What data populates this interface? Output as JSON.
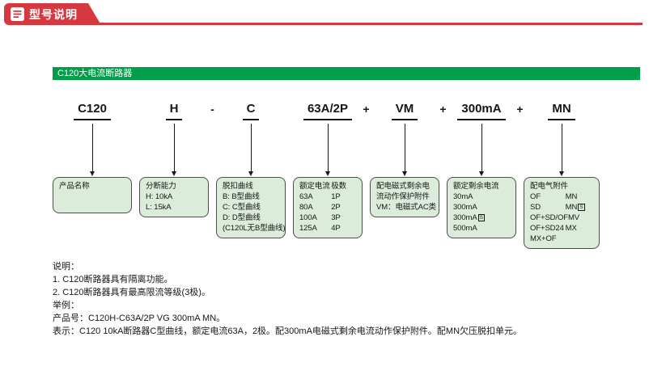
{
  "banner": {
    "title": "型号说明"
  },
  "section": {
    "title": "C120大电流断路器"
  },
  "diagram": {
    "columns": [
      {
        "token": "C120",
        "sep_after": null,
        "box": {
          "rows": [
            {
              "l": "产品名称"
            }
          ]
        }
      },
      {
        "token": "H",
        "sep_after": "-",
        "box": {
          "rows": [
            {
              "l": "分断能力"
            },
            {
              "l": "H: 10kA"
            },
            {
              "l": "L: 15kA"
            }
          ]
        }
      },
      {
        "token": "C",
        "sep_after": null,
        "box": {
          "rows": [
            {
              "l": "脱扣曲线"
            },
            {
              "l": "B: B型曲线"
            },
            {
              "l": "C: C型曲线"
            },
            {
              "l": "D: D型曲线"
            },
            {
              "l": "(C120L无B型曲线)"
            }
          ]
        }
      },
      {
        "token": "63A/2P",
        "sep_after": "+",
        "box": {
          "rows": [
            {
              "l": "额定电流",
              "r": "极数"
            },
            {
              "l": "63A",
              "r": "1P"
            },
            {
              "l": "80A",
              "r": "2P"
            },
            {
              "l": "100A",
              "r": "3P"
            },
            {
              "l": "125A",
              "r": "4P"
            }
          ]
        }
      },
      {
        "token": "VM",
        "sep_after": "+",
        "box": {
          "rows": [
            {
              "l": "配电磁式剩余电"
            },
            {
              "l": "流动作保护附件"
            },
            {
              "l": "VM：电磁式AC类"
            }
          ]
        }
      },
      {
        "token": "300mA",
        "sep_after": "+",
        "box": {
          "rows": [
            {
              "l": "额定剩余电流"
            },
            {
              "l": "30mA"
            },
            {
              "l": "300mA"
            },
            {
              "l": "300mA",
              "lTag": "S"
            },
            {
              "l": "500mA"
            }
          ]
        }
      },
      {
        "token": "MN",
        "sep_after": null,
        "box": {
          "rows": [
            {
              "l": "配电气附件"
            },
            {
              "l": "OF",
              "r": "MN"
            },
            {
              "l": "SD",
              "r": "MN",
              "rTag": "S"
            },
            {
              "l": "OF+SD/OF",
              "r": "MV"
            },
            {
              "l": "OF+SD24",
              "r": "MX"
            },
            {
              "l": "MX+OF"
            }
          ]
        }
      }
    ]
  },
  "notes": {
    "lines": [
      "说明：",
      "1. C120断路器具有隔离功能。",
      "2. C120断路器具有最高限流等级(3极)。",
      "举例：",
      "产品号：C120H-C63A/2P VG 300mA MN。",
      "表示：C120 10kA断路器C型曲线，额定电流63A，2极。配300mA电磁式剩余电流动作保护附件。配MN欠压脱扣单元。"
    ]
  },
  "colors": {
    "accent_red": "#d5393f",
    "brand_green": "#009e49",
    "box_fill": "#dbecdb",
    "box_border": "#4d4d4d"
  }
}
